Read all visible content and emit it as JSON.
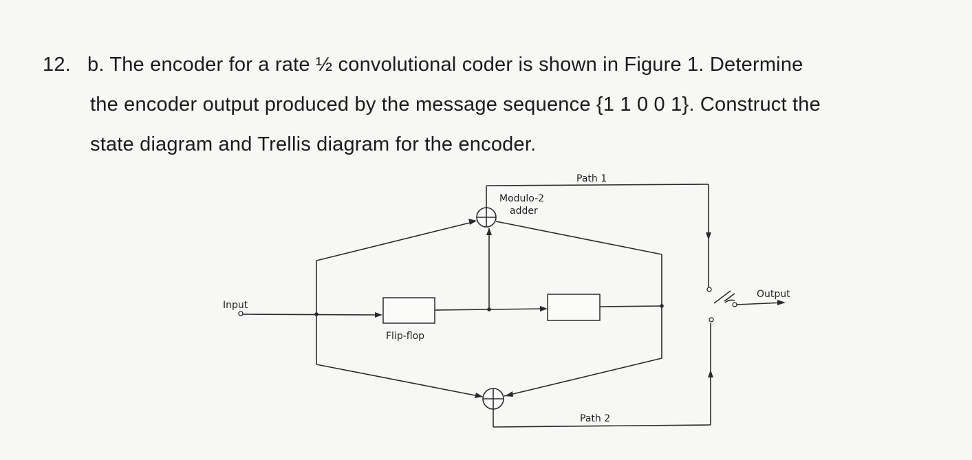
{
  "question": {
    "number": "12.",
    "line1": "b. The encoder for a rate ½ convolutional coder is shown in Figure 1.   Determine",
    "line2": "the encoder output produced by the message sequence {1 1 0 0 1}.  Construct the",
    "line3": "state diagram and Trellis diagram for the encoder."
  },
  "figure": {
    "path1_label": "Path 1",
    "adder_label_1": "Modulo-2",
    "adder_label_2": "adder",
    "input_label": "Input",
    "flipflop_label": "Flip-flop",
    "output_label": "Output",
    "path2_label": "Path 2"
  }
}
